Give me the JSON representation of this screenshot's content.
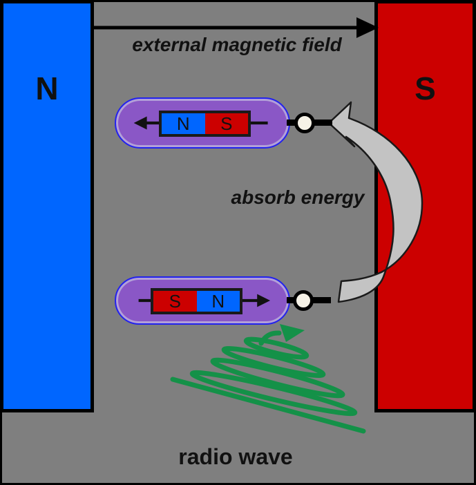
{
  "colors": {
    "background": "#7f7f7f",
    "pole_blue": "#0066ff",
    "pole_red": "#cc0000",
    "capsule_purple": "#8a57c6",
    "capsule_outline": "#2222ee",
    "ribbon_gray": "#c3c3c3",
    "wave_green": "#149148",
    "arrow_black": "#111111",
    "knob_white": "#f6f2e7"
  },
  "poles": {
    "left": {
      "label": "N"
    },
    "right": {
      "label": "S"
    }
  },
  "field_arrow": {
    "label": "external magnetic field",
    "direction": "right"
  },
  "spins": {
    "upper": {
      "arrow_direction": "left",
      "halves": [
        {
          "label": "N",
          "color": "#0066ff"
        },
        {
          "label": "S",
          "color": "#cc0000"
        }
      ]
    },
    "lower": {
      "arrow_direction": "right",
      "halves": [
        {
          "label": "S",
          "color": "#cc0000"
        },
        {
          "label": "N",
          "color": "#0066ff"
        }
      ]
    }
  },
  "energy_arrow": {
    "label": "absorb energy"
  },
  "radio_wave": {
    "label": "radio wave"
  }
}
